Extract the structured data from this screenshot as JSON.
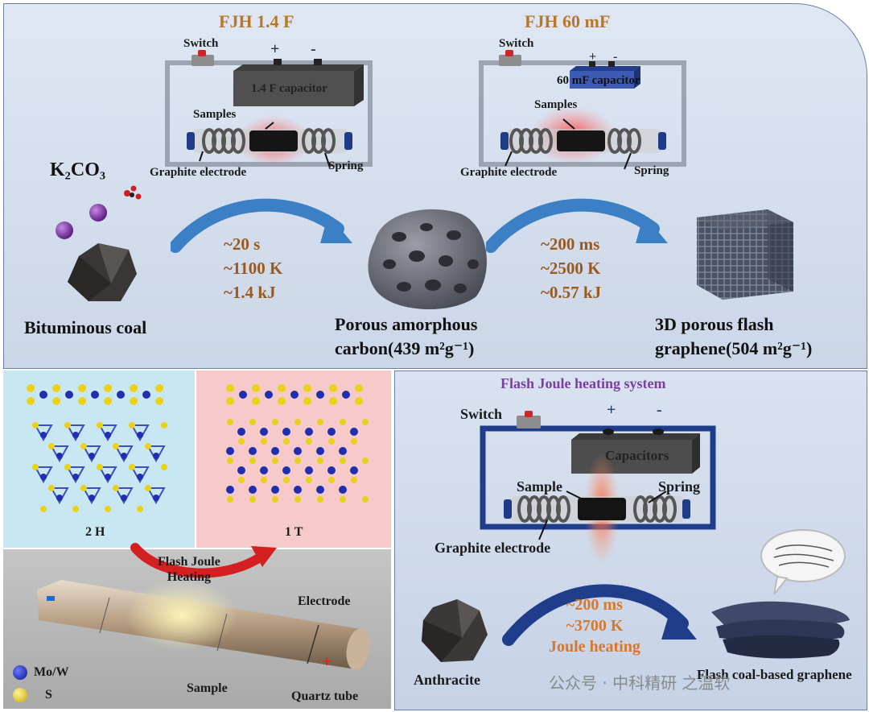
{
  "top_left": {
    "title": "FJH 1.4 F",
    "switch": "Switch",
    "plus": "+",
    "minus": "-",
    "capacitor": "1.4 F capacitor",
    "samples": "Samples",
    "graphite": "Graphite electrode",
    "spring": "Spring"
  },
  "top_right": {
    "title": "FJH 60 mF",
    "switch": "Switch",
    "plus": "+",
    "minus": "-",
    "capacitor": "60 mF capacitor",
    "samples": "Samples",
    "graphite": "Graphite electrode",
    "spring": "Spring"
  },
  "process": {
    "k2co3": "K₂CO₃",
    "coal": "Bituminous coal",
    "step1": [
      "~20 s",
      "~1100 K",
      "~1.4 kJ"
    ],
    "carbon_line1": "Porous amorphous",
    "carbon_line2": "carbon(439 m²g⁻¹)",
    "step2": [
      "~200 ms",
      "~2500 K",
      "~0.57 kJ"
    ],
    "graphene_line1": "3D porous flash",
    "graphene_line2": "graphene(504 m²g⁻¹)"
  },
  "bottom_left": {
    "label_2h": "2 H",
    "label_1t": "1 T",
    "flash_line1": "Flash Joule",
    "flash_line2": "Heating",
    "electrode": "Electrode",
    "sample": "Sample",
    "quartz": "Quartz tube",
    "legend_mow": "Mo/W",
    "legend_s": "S"
  },
  "bottom_right": {
    "title": "Flash Joule heating system",
    "switch": "Switch",
    "plus": "+",
    "minus": "-",
    "capacitors": "Capacitors",
    "sample": "Sample",
    "spring": "Spring",
    "graphite": "Graphite electrode",
    "anthracite": "Anthracite",
    "cond": [
      "~200 ms",
      "~3700 K",
      "Joule heating"
    ],
    "product": "Flash coal-based graphene",
    "watermark": "公众号 · 中科精研 之温软"
  },
  "colors": {
    "title_gold": "#b8772a",
    "cond_brown": "#9a5a1c",
    "cond_orange": "#d9772a",
    "purple": "#7a3fa0",
    "arrow_blue": "#3b7fc4",
    "circuit_navy": "#1f3d8a"
  }
}
